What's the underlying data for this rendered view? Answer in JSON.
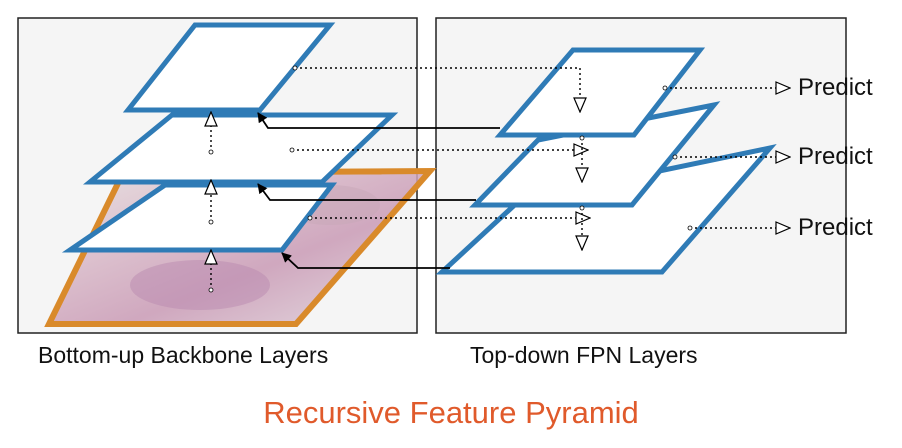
{
  "diagram": {
    "title": "Recursive Feature Pyramid",
    "left_panel_caption": "Bottom-up Backbone Layers",
    "right_panel_caption": "Top-down FPN Layers",
    "predict_labels": [
      "Predict",
      "Predict",
      "Predict"
    ],
    "colors": {
      "layer_stroke": "#2f7bb6",
      "image_frame": "#d98a2b",
      "panel_bg": "#f5f5f5",
      "panel_border": "#222222",
      "title": "#e05a2b",
      "arrow": "#000000"
    },
    "icons": [
      "photo-thumbnail"
    ]
  }
}
